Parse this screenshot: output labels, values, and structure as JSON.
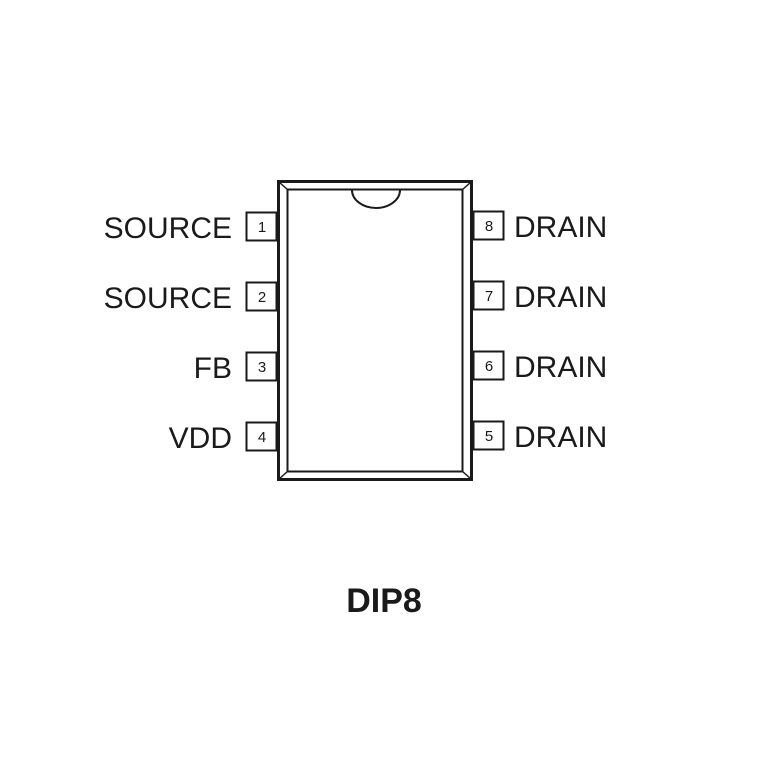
{
  "package": {
    "name": "DIP8"
  },
  "pins": {
    "left": [
      {
        "number": "1",
        "label": "SOURCE"
      },
      {
        "number": "2",
        "label": "SOURCE"
      },
      {
        "number": "3",
        "label": "FB"
      },
      {
        "number": "4",
        "label": "VDD"
      }
    ],
    "right": [
      {
        "number": "8",
        "label": "DRAIN"
      },
      {
        "number": "7",
        "label": "DRAIN"
      },
      {
        "number": "6",
        "label": "DRAIN"
      },
      {
        "number": "5",
        "label": "DRAIN"
      }
    ]
  },
  "colors": {
    "line": "#1a1a1a",
    "background": "#ffffff"
  }
}
